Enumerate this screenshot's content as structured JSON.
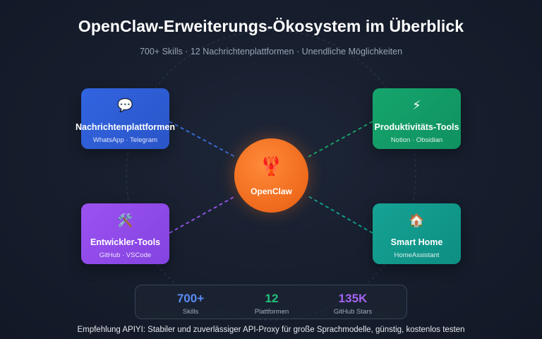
{
  "header": {
    "title": "OpenClaw-Erweiterungs-Ökosystem im Überblick",
    "subtitle": "700+ Skills · 12 Nachrichtenplattformen · Unendliche Möglichkeiten"
  },
  "hub": {
    "name": "OpenClaw",
    "icon": "🦞",
    "color": "#ef6a1c"
  },
  "categories": [
    {
      "name": "Nachrichtenplattformen",
      "desc": "WhatsApp · Telegram",
      "icon": "💬",
      "color": "#2f5fd8"
    },
    {
      "name": "Produktivitäts-Tools",
      "desc": "Notion · Obsidian",
      "icon": "⚡",
      "color": "#14a068"
    },
    {
      "name": "Entwickler-Tools",
      "desc": "GitHub · VSCode",
      "icon": "🛠️",
      "color": "#9450ec"
    },
    {
      "name": "Smart Home",
      "desc": "HomeAssistant",
      "icon": "🏠",
      "color": "#129b8e"
    }
  ],
  "stats": [
    {
      "value": "700+",
      "label": "Skills",
      "color": "#5b8cf5"
    },
    {
      "value": "12",
      "label": "Plattformen",
      "color": "#22c07c"
    },
    {
      "value": "135K",
      "label": "GitHub Stars",
      "color": "#a463f2"
    }
  ],
  "footer": "Empfehlung APIYI: Stabiler und zuverlässiger API-Proxy für große Sprachmodelle, günstig, kostenlos testen"
}
